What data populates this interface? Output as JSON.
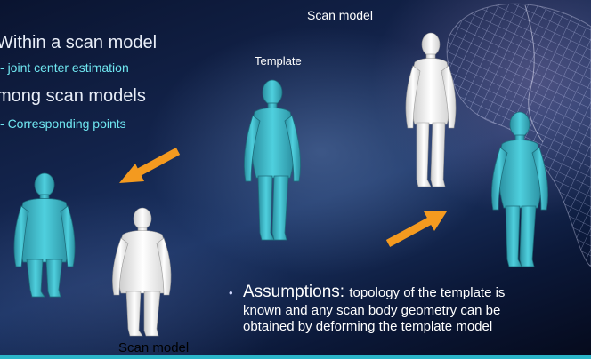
{
  "bullets": [
    {
      "title": "Within a scan model",
      "sub": "joint center estimation"
    },
    {
      "title": "mong scan models",
      "sub": "Corresponding points"
    }
  ],
  "labels": {
    "scan_model_top": "Scan model",
    "template": "Template",
    "scan_model_bottom": "Scan model"
  },
  "assumptions": {
    "lead": "Assumptions:",
    "line1_rest": "topology of the template is",
    "line2": "known and any scan body geometry can be",
    "line3": "obtained by deforming the template model"
  },
  "colors": {
    "teal_figure": "#3cb9c9",
    "white_figure": "#f2f2f2",
    "arrow": "#f49a1f",
    "accent_bar": "#2bb6c9"
  }
}
